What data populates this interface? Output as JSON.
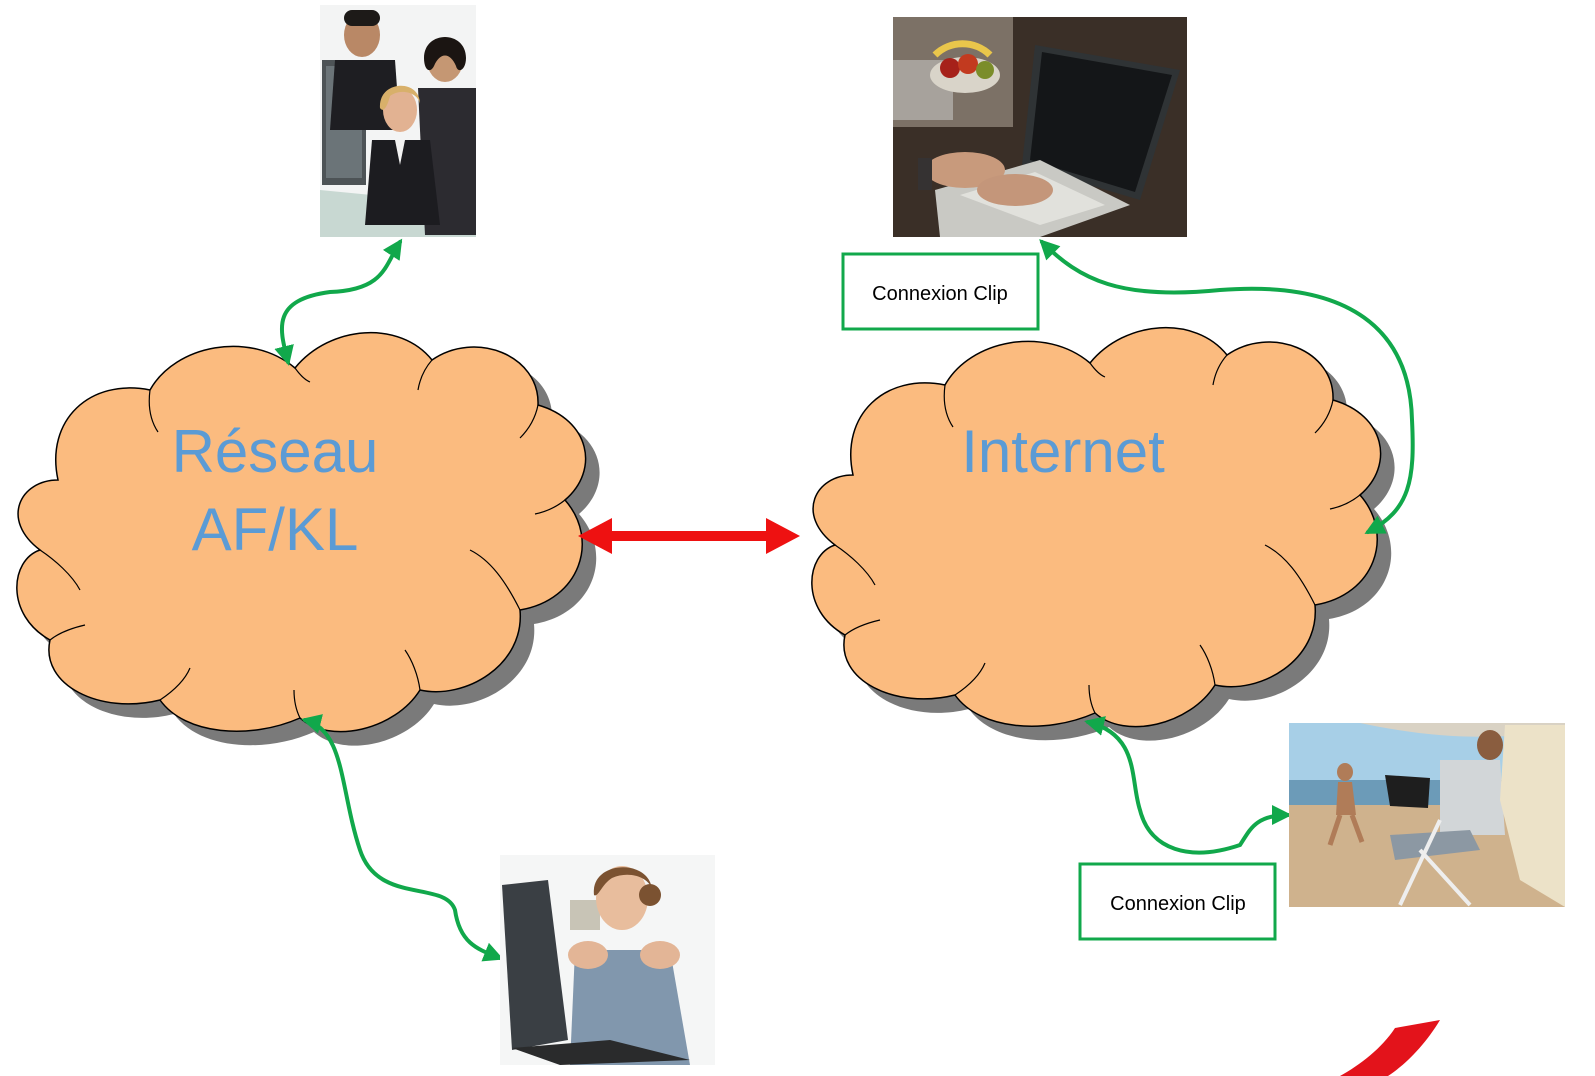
{
  "clouds": {
    "left": {
      "line1": "Réseau",
      "line2": "AF/KL"
    },
    "right": {
      "line1": "Internet"
    }
  },
  "boxes": {
    "top": "Connexion Clip",
    "bottom": "Connexion Clip"
  },
  "colors": {
    "cloud_fill": "#fbbb7f",
    "cloud_shadow": "#7a7a7a",
    "link_green": "#11a84b",
    "link_red": "#ee1111",
    "label_blue": "#5b9bd5",
    "logo_red": "#e3131b"
  },
  "photos": [
    "office-team-photo",
    "laptop-typing-photo",
    "woman-at-computer-photo",
    "beach-laptop-photo"
  ]
}
